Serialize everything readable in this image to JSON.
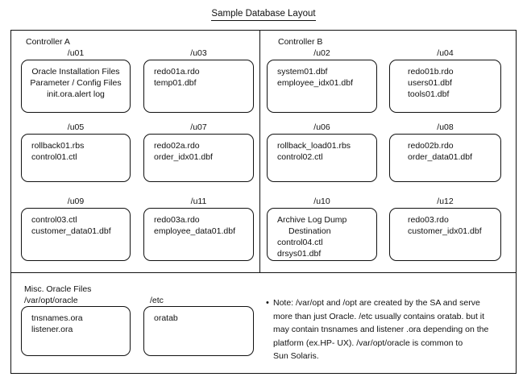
{
  "title": "Sample Database Layout",
  "controllers": [
    {
      "label": "Controller A"
    },
    {
      "label": "Controller B"
    }
  ],
  "mounts": [
    {
      "label": "/u01",
      "lines": [
        "Oracle Installation Files",
        "Parameter / Config Files",
        "init.ora.alert log"
      ]
    },
    {
      "label": "/u03",
      "lines": [
        "redo01a.rdo",
        "temp01.dbf"
      ]
    },
    {
      "label": "/u02",
      "lines": [
        "system01.dbf",
        "employee_idx01.dbf"
      ]
    },
    {
      "label": "/u04",
      "lines": [
        "redo01b.rdo",
        "users01.dbf",
        "tools01.dbf"
      ]
    },
    {
      "label": "/u05",
      "lines": [
        "rollback01.rbs",
        "control01.ctl"
      ]
    },
    {
      "label": "/u07",
      "lines": [
        "redo02a.rdo",
        "order_idx01.dbf"
      ]
    },
    {
      "label": "/u06",
      "lines": [
        "rollback_load01.rbs",
        "control02.ctl"
      ]
    },
    {
      "label": "/u08",
      "lines": [
        "redo02b.rdo",
        "order_data01.dbf"
      ]
    },
    {
      "label": "/u09",
      "lines": [
        "control03.ctl",
        "customer_data01.dbf"
      ]
    },
    {
      "label": "/u11",
      "lines": [
        "redo03a.rdo",
        "employee_data01.dbf"
      ]
    },
    {
      "label": "/u10",
      "lines": [
        "Archive Log Dump",
        "Destination",
        "control04.ctl",
        "drsys01.dbf"
      ]
    },
    {
      "label": "/u12",
      "lines": [
        "redo03.rdo",
        "customer_idx01.dbf"
      ]
    }
  ],
  "misc": {
    "heading": "Misc. Oracle Files",
    "path_label": "/var/opt/oracle",
    "oracle_box_lines": [
      "tnsnames.ora",
      "listener.ora"
    ],
    "etc_label": "/etc",
    "etc_box_lines": [
      "oratab"
    ]
  },
  "note": {
    "bullet": "•",
    "lines": [
      "Note: /var/opt and /opt are created by the SA and serve",
      "more than just Oracle. /etc usually contains oratab. but it",
      "may contain tnsnames and listener .ora depending on the",
      "platform (ex.HP- UX). /var/opt/oracle is common to",
      "Sun Solaris."
    ]
  },
  "colors": {
    "ink": "#111111",
    "background": "#ffffff"
  }
}
